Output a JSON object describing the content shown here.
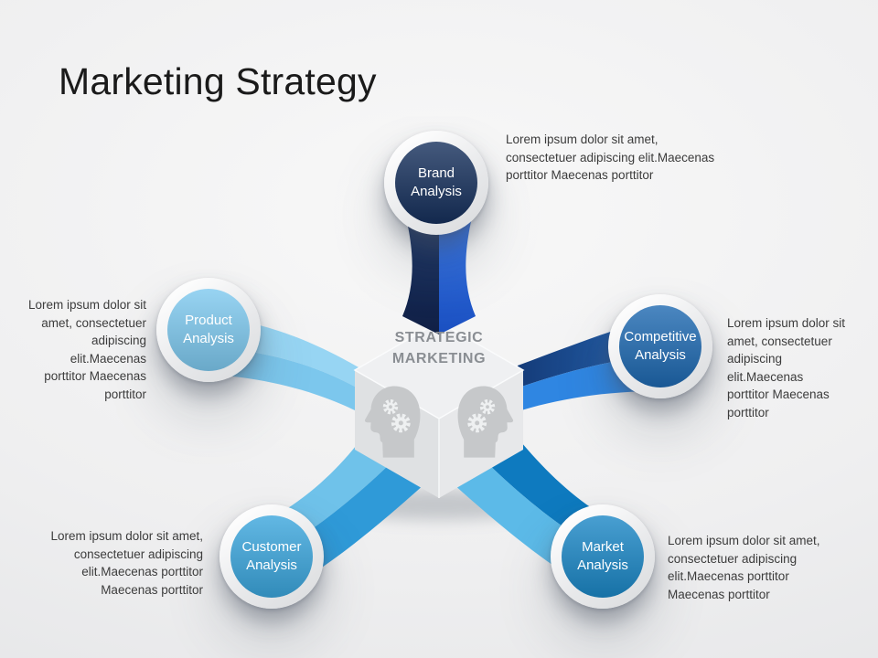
{
  "title": "Marketing Strategy",
  "center": {
    "line1": "STRATEGIC",
    "line2": "MARKETING",
    "text_color": "#8a8e93"
  },
  "nodes": {
    "brand": {
      "line1": "Brand",
      "line2": "Analysis",
      "color": "#16305c",
      "desc": "Lorem ipsum dolor sit amet,\nconsectetuer adipiscing elit.Maecenas\nporttitor Maecenas porttitor"
    },
    "competitive": {
      "line1": "Competitive",
      "line2": "Analysis",
      "color": "#1e69b1",
      "desc": "Lorem ipsum dolor sit\namet, consectetuer\nadipiscing\nelit.Maecenas\nporttitor Maecenas\nporttitor"
    },
    "product": {
      "line1": "Product",
      "line2": "Analysis",
      "color": "#7ec9ef",
      "desc": "Lorem ipsum dolor sit\namet, consectetuer\nadipiscing\nelit.Maecenas\nporttitor Maecenas\nporttitor"
    },
    "customer": {
      "line1": "Customer",
      "line2": "Analysis",
      "color": "#3ba6dd",
      "desc": "Lorem ipsum dolor sit amet,\nconsectetuer adipiscing\nelit.Maecenas porttitor\nMaecenas porttitor"
    },
    "market": {
      "line1": "Market",
      "line2": "Analysis",
      "color": "#1b87c6",
      "desc": "Lorem ipsum dolor sit amet,\nconsectetuer adipiscing\nelit.Maecenas porttitor\nMaecenas porttitor"
    }
  },
  "colors": {
    "title": "#1a1a1a",
    "body_text": "#3c3c3c",
    "cube_top": "#eff0f2",
    "cube_left": "#dfe1e3",
    "cube_right": "#e7e8ea",
    "head": "#c6c8ca",
    "gear": "#eef0f1",
    "ribbon_top_left_a": "#1e3a6d",
    "ribbon_top_left_b": "#101f45",
    "ribbon_top_right_a": "#3e7ff0",
    "ribbon_top_right_b": "#1a4fc0",
    "ribbon_right_navy_a": "#143a77",
    "ribbon_right_navy_b": "#2665b2",
    "ribbon_right_blue": "#2f86e2",
    "ribbon_left_top": "#97d5f3",
    "ribbon_left_bottom": "#7cc7ed",
    "ribbon_bl_light": "#6fc2ea",
    "ribbon_bl_dark": "#2f9ad8",
    "ribbon_br_light": "#5cbae8",
    "ribbon_br_dark": "#0e7abf"
  }
}
